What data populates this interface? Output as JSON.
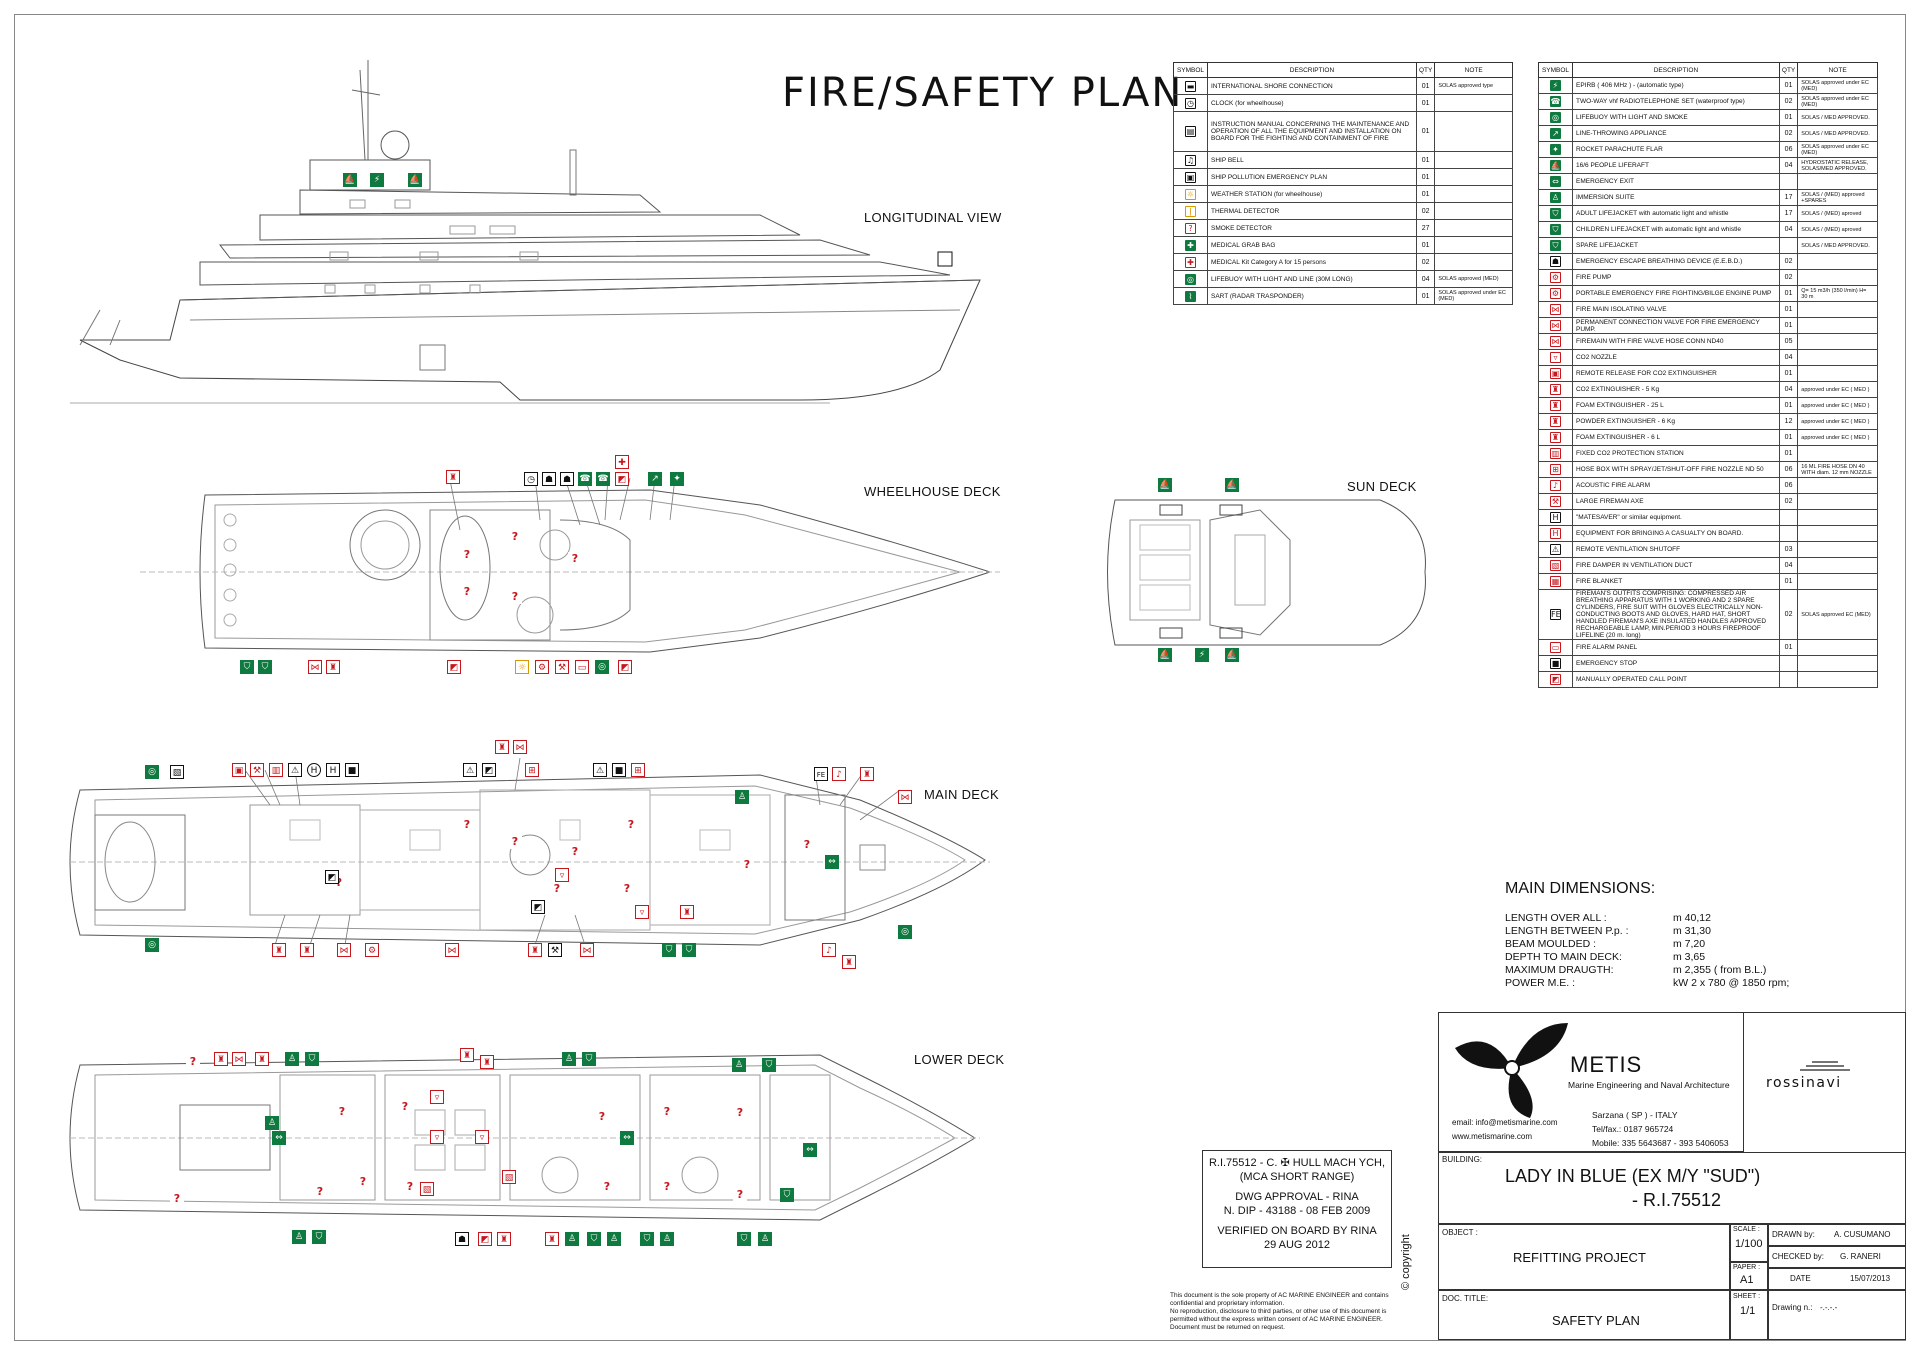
{
  "title": "FIRE/SAFETY PLAN",
  "views": {
    "longitudinal": "LONGITUDINAL VIEW",
    "wheelhouse": "WHEELHOUSE DECK",
    "sun": "SUN DECK",
    "main": "MAIN DECK",
    "lower": "LOWER DECK"
  },
  "legend_headers": {
    "symbol": "SYMBOL",
    "description": "DESCRIPTION",
    "qty": "QTY",
    "note": "NOTE"
  },
  "legend_left": [
    {
      "icon": "shore-connection-icon",
      "color": "k",
      "glyph": "▬",
      "desc": "INTERNATIONAL SHORE CONNECTION",
      "qty": "01",
      "note": "SOLAS approved type"
    },
    {
      "icon": "clock-icon",
      "color": "k",
      "glyph": "◷",
      "desc": "CLOCK (for wheelhouse)",
      "qty": "01",
      "note": ""
    },
    {
      "icon": "instruction-manual-icon",
      "color": "k",
      "glyph": "▤",
      "desc": "INSTRUCTION MANUAL CONCERNING THE MAINTENANCE AND OPERATION OF ALL THE EQUIPMENT AND INSTALLATION ON BOARD FOR THE FIGHTING AND CONTAINMENT OF FIRE",
      "qty": "01",
      "note": ""
    },
    {
      "icon": "ship-bell-icon",
      "color": "k",
      "glyph": "♫",
      "desc": "SHIP BELL",
      "qty": "01",
      "note": ""
    },
    {
      "icon": "pollution-plan-icon",
      "color": "k",
      "glyph": "▣",
      "desc": "SHIP POLLUTION EMERGENCY PLAN",
      "qty": "01",
      "note": ""
    },
    {
      "icon": "weather-station-icon",
      "color": "y",
      "glyph": "☼",
      "desc": "WEATHER STATION (for wheelhouse)",
      "qty": "01",
      "note": ""
    },
    {
      "icon": "thermal-detector-icon",
      "color": "y",
      "glyph": "ǀ",
      "desc": "THERMAL DETECTOR",
      "qty": "02",
      "note": ""
    },
    {
      "icon": "smoke-detector-icon",
      "color": "r",
      "glyph": "?",
      "desc": "SMOKE DETECTOR",
      "qty": "27",
      "note": ""
    },
    {
      "icon": "medical-bag-icon",
      "color": "g",
      "glyph": "✚",
      "desc": "MEDICAL GRAB BAG",
      "qty": "01",
      "note": ""
    },
    {
      "icon": "medical-kit-icon",
      "color": "r",
      "glyph": "✚",
      "desc": "MEDICAL Kit Category A for 15 persons",
      "qty": "02",
      "note": ""
    },
    {
      "icon": "lifebuoy-line-icon",
      "color": "g",
      "glyph": "◎",
      "desc": "LIFEBUOY WITH LIGHT AND LINE (30M LONG)",
      "qty": "04",
      "note": "SOLAS approved (MED)"
    },
    {
      "icon": "sart-icon",
      "color": "g",
      "glyph": "⌇",
      "desc": "SART (RADAR TRASPONDER)",
      "qty": "01",
      "note": "SOLAS approved under EC (MED)"
    }
  ],
  "legend_right": [
    {
      "icon": "epirb-icon",
      "color": "g",
      "glyph": "⚡",
      "desc": "EPIRB ( 406 MHz ) - (automatic type)",
      "qty": "01",
      "note": "SOLAS approved under EC (MED)"
    },
    {
      "icon": "vhf-radio-icon",
      "color": "g",
      "glyph": "☎",
      "desc": "TWO-WAY vhf RADIOTELEPHONE SET (waterproof type)",
      "qty": "02",
      "note": "SOLAS approved under EC (MED)"
    },
    {
      "icon": "lifebuoy-smoke-icon",
      "color": "g",
      "glyph": "◎",
      "desc": "LIFEBUOY WITH LIGHT AND SMOKE",
      "qty": "01",
      "note": "SOLAS / MED APPROVED."
    },
    {
      "icon": "line-throwing-icon",
      "color": "g",
      "glyph": "↗",
      "desc": "LINE-THROWING APPLIANCE",
      "qty": "02",
      "note": "SOLAS / MED APPROVED."
    },
    {
      "icon": "rocket-flare-icon",
      "color": "g",
      "glyph": "✦",
      "desc": "ROCKET PARACHUTE FLAR",
      "qty": "06",
      "note": "SOLAS approved under EC (MED)"
    },
    {
      "icon": "liferaft-icon",
      "color": "g",
      "glyph": "⛵",
      "desc": "16/6 PEOPLE LIFERAFT",
      "qty": "04",
      "note": "HYDROSTATIC RELEASE, SOLAS/MED APPROVED."
    },
    {
      "icon": "emergency-exit-icon",
      "color": "g",
      "glyph": "⇔",
      "desc": "EMERGENCY EXIT",
      "qty": "",
      "note": ""
    },
    {
      "icon": "immersion-suit-icon",
      "color": "g",
      "glyph": "♙",
      "desc": "IMMERSION SUITE",
      "qty": "17",
      "note": "SOLAS / (MED) approved +SPARES"
    },
    {
      "icon": "adult-lifejacket-icon",
      "color": "g",
      "glyph": "⛉",
      "desc": "ADULT LIFEJACKET with automatic light and whistle",
      "qty": "17",
      "note": "SOLAS / (MED) aproved"
    },
    {
      "icon": "child-lifejacket-icon",
      "color": "g",
      "glyph": "⛉",
      "desc": "CHILDREN LIFEJACKET with automatic light and whistle",
      "qty": "04",
      "note": "SOLAS / (MED) aproved"
    },
    {
      "icon": "spare-lifejacket-icon",
      "color": "g",
      "glyph": "⛉",
      "desc": "SPARE LIFEJACKET",
      "qty": "",
      "note": "SOLAS / MED APPROVED."
    },
    {
      "icon": "eebd-icon",
      "color": "k",
      "glyph": "☗",
      "desc": "EMERGENCY ESCAPE BREATHING DEVICE (E.E.B.D.)",
      "qty": "02",
      "note": ""
    },
    {
      "icon": "fire-pump-icon",
      "color": "r",
      "glyph": "⚙",
      "desc": "FIRE PUMP",
      "qty": "02",
      "note": ""
    },
    {
      "icon": "portable-pump-icon",
      "color": "r",
      "glyph": "⚙",
      "desc": "PORTABLE EMERGENCY FIRE FIGHTING/BILGE ENGINE PUMP",
      "qty": "01",
      "note": "Q= 15 m3/h (350 l/min) H= 30 m"
    },
    {
      "icon": "isolating-valve-icon",
      "color": "r",
      "glyph": "⋈",
      "desc": "FIRE MAIN ISOLATING VALVE",
      "qty": "01",
      "note": ""
    },
    {
      "icon": "connection-valve-icon",
      "color": "r",
      "glyph": "⋈",
      "desc": "PERMANENT CONNECTION VALVE FOR FIRE EMERGENCY PUMP.",
      "qty": "01",
      "note": ""
    },
    {
      "icon": "fire-valve-icon",
      "color": "r",
      "glyph": "⋈",
      "desc": "FIREMAIN WITH FIRE VALVE HOSE CONN ND40",
      "qty": "05",
      "note": ""
    },
    {
      "icon": "co2-nozzle-icon",
      "color": "r",
      "glyph": "▿",
      "desc": "CO2 NOZZLE",
      "qty": "04",
      "note": ""
    },
    {
      "icon": "co2-release-icon",
      "color": "r",
      "glyph": "▣",
      "desc": "REMOTE RELEASE FOR CO2 EXTINGUISHER",
      "qty": "01",
      "note": ""
    },
    {
      "icon": "co2-extinguisher-icon",
      "color": "r",
      "glyph": "♜",
      "desc": "CO2 EXTINGUISHER - 5 Kg",
      "qty": "04",
      "note": "approved under EC ( MED )"
    },
    {
      "icon": "foam-25-icon",
      "color": "r",
      "glyph": "♜",
      "desc": "FOAM EXTINGUISHER - 25 L",
      "qty": "01",
      "note": "approved under EC ( MED )"
    },
    {
      "icon": "powder-extinguisher-icon",
      "color": "r",
      "glyph": "♜",
      "desc": "POWDER EXTINGUISHER - 6 Kg",
      "qty": "12",
      "note": "approved under EC ( MED )"
    },
    {
      "icon": "foam-6-icon",
      "color": "r",
      "glyph": "♜",
      "desc": "FOAM EXTINGUISHER - 6 L",
      "qty": "01",
      "note": "approved under EC ( MED )"
    },
    {
      "icon": "co2-station-icon",
      "color": "r",
      "glyph": "▥",
      "desc": "FIXED CO2 PROTECTION STATION",
      "qty": "01",
      "note": ""
    },
    {
      "icon": "hose-box-icon",
      "color": "r",
      "glyph": "⊞",
      "desc": "HOSE BOX WITH SPRAY/JET/SHUT-OFF FIRE NOZZLE ND 50",
      "qty": "06",
      "note": "16 ML FIRE HOSE DN 40 WITH diam. 12 mm NOZZLE"
    },
    {
      "icon": "fire-alarm-icon",
      "color": "r",
      "glyph": "♪",
      "desc": "ACOUSTIC FIRE ALARM",
      "qty": "06",
      "note": ""
    },
    {
      "icon": "fireman-axe-icon",
      "color": "r",
      "glyph": "⚒",
      "desc": "LARGE FIREMAN AXE",
      "qty": "02",
      "note": ""
    },
    {
      "icon": "matesaver-icon",
      "color": "k",
      "glyph": "H",
      "desc": "\"MATESAVER\" or similar equipment.",
      "qty": "",
      "note": ""
    },
    {
      "icon": "casualty-equipment-icon",
      "color": "r",
      "glyph": "H",
      "desc": "EQUIPMENT FOR BRINGING A CASUALTY ON BOARD.",
      "qty": "",
      "note": ""
    },
    {
      "icon": "ventilation-shutoff-icon",
      "color": "k",
      "glyph": "⚠",
      "desc": "REMOTE VENTILATION SHUTOFF",
      "qty": "03",
      "note": ""
    },
    {
      "icon": "fire-damper-icon",
      "color": "r",
      "glyph": "▧",
      "desc": "FIRE DAMPER IN VENTILATION DUCT",
      "qty": "04",
      "note": ""
    },
    {
      "icon": "fire-blanket-icon",
      "color": "r",
      "glyph": "▦",
      "desc": "FIRE BLANKET",
      "qty": "01",
      "note": ""
    },
    {
      "icon": "fireman-outfit-icon",
      "color": "k",
      "glyph": "FE",
      "desc": "FIREMAN'S OUTFITS COMPRISING: COMPRESSED AIR BREATHING APPARATUS WITH 1 WORKING AND 2 SPARE CYLINDERS, FIRE SUIT WITH GLOVES ELECTRICALLY NON-CONDUCTING BOOTS AND GLOVES, HARD HAT, SHORT HANDLED FIREMAN'S AXE INSULATED HANDLES APPROVED RECHARGEABLE LAMP, MIN.PERIOD 3 HOURS FIREPROOF LIFELINE (20 m. long)",
      "qty": "02",
      "note": "SOLAS approved EC (MED)"
    },
    {
      "icon": "fire-alarm-panel-icon",
      "color": "r",
      "glyph": "▭",
      "desc": "FIRE ALARM PANEL",
      "qty": "01",
      "note": ""
    },
    {
      "icon": "emergency-stop-icon",
      "color": "k",
      "glyph": "■",
      "desc": "EMERGENCY STOP",
      "qty": "",
      "note": ""
    },
    {
      "icon": "call-point-icon",
      "color": "r",
      "glyph": "◩",
      "desc": "MANUALLY OPERATED CALL POINT",
      "qty": "",
      "note": ""
    }
  ],
  "main_dimensions": {
    "title": "MAIN DIMENSIONS:",
    "rows": [
      {
        "label": "LENGTH OVER ALL :",
        "value": "m 40,12"
      },
      {
        "label": "LENGTH BETWEEN P.p. :",
        "value": "m 31,30"
      },
      {
        "label": "BEAM MOULDED :",
        "value": "m 7,20"
      },
      {
        "label": "DEPTH TO MAIN DECK:",
        "value": "m 3,65"
      },
      {
        "label": "MAXIMUM DRAUGTH:",
        "value": "m 2,355 ( from B.L.)"
      },
      {
        "label": "POWER M.E. :",
        "value": "kW 2 x 780 @ 1850 rpm;"
      }
    ]
  },
  "approval_box": {
    "line1": "R.I.75512 - C. ✠ HULL MACH YCH,",
    "line2": "(MCA SHORT RANGE)",
    "line3": "DWG APPROVAL - RINA",
    "line4": "N. DIP - 43188 - 08 FEB 2009",
    "line5": "VERIFIED ON BOARD BY RINA",
    "line6": "29 AUG 2012"
  },
  "disclaimer": {
    "line1": "This document is the sole property of AC MARINE ENGINEER and contains",
    "line2": "confidential and proprietary information.",
    "line3": "No reproduction, disclosure to third parties, or other use of this document is",
    "line4": "permitted without the express written consent of AC MARINE ENGINEER.",
    "line5": "Document must be returned on request."
  },
  "copyright": "© copyright",
  "title_block": {
    "company": "METIS",
    "tagline": "Marine Engineering and Naval Architecture",
    "address": "Sarzana ( SP ) - ITALY",
    "tel": "Tel/fax.: 0187 965724",
    "mobile": "Mobile: 335 5643687 - 393 5406053",
    "email": "email: info@metismarine.com",
    "web": "www.metismarine.com",
    "shipyard": "rossinavi",
    "building_label": "BUILDING:",
    "building_line1": "LADY IN BLUE  (EX  M/Y  \"SUD\")",
    "building_line2": "- R.I.75512",
    "object_label": "OBJECT :",
    "object": "REFITTING PROJECT",
    "doc_label": "DOC. TITLE:",
    "doc_title": "SAFETY PLAN",
    "scale_label": "SCALE :",
    "scale": "1/100",
    "paper_label": "PAPER :",
    "paper": "A1",
    "sheet_label": "SHEET :",
    "sheet": "1/1",
    "drawn_label": "DRAWN by:",
    "drawn": "A. CUSUMANO",
    "checked_label": "CHECKED by:",
    "checked": "G. RANERI",
    "date_label": "DATE",
    "date": "15/07/2013",
    "drawing_label": "Drawing n.:",
    "drawing": "-.-.-.-"
  },
  "colors": {
    "green": "#0f7a3f",
    "red": "#c8161d",
    "line": "#555555"
  }
}
